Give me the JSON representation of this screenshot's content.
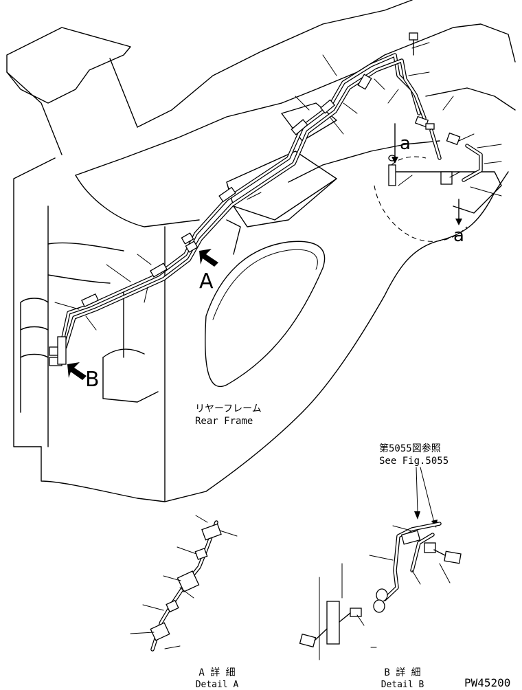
{
  "labels": {
    "view_a": "A",
    "view_b": "B",
    "section_a_top": "a",
    "section_a_bottom": "a",
    "rear_frame_jp": "リヤーフレーム",
    "rear_frame_en": "Rear Frame",
    "see_fig_jp": "第5055図参照",
    "see_fig_en": "See Fig.5055",
    "detail_a_jp": "A 詳 細",
    "detail_a_en": "Detail A",
    "detail_b_jp": "B 詳 細",
    "detail_b_en": "Detail B",
    "drawing_number": "PW45200"
  }
}
